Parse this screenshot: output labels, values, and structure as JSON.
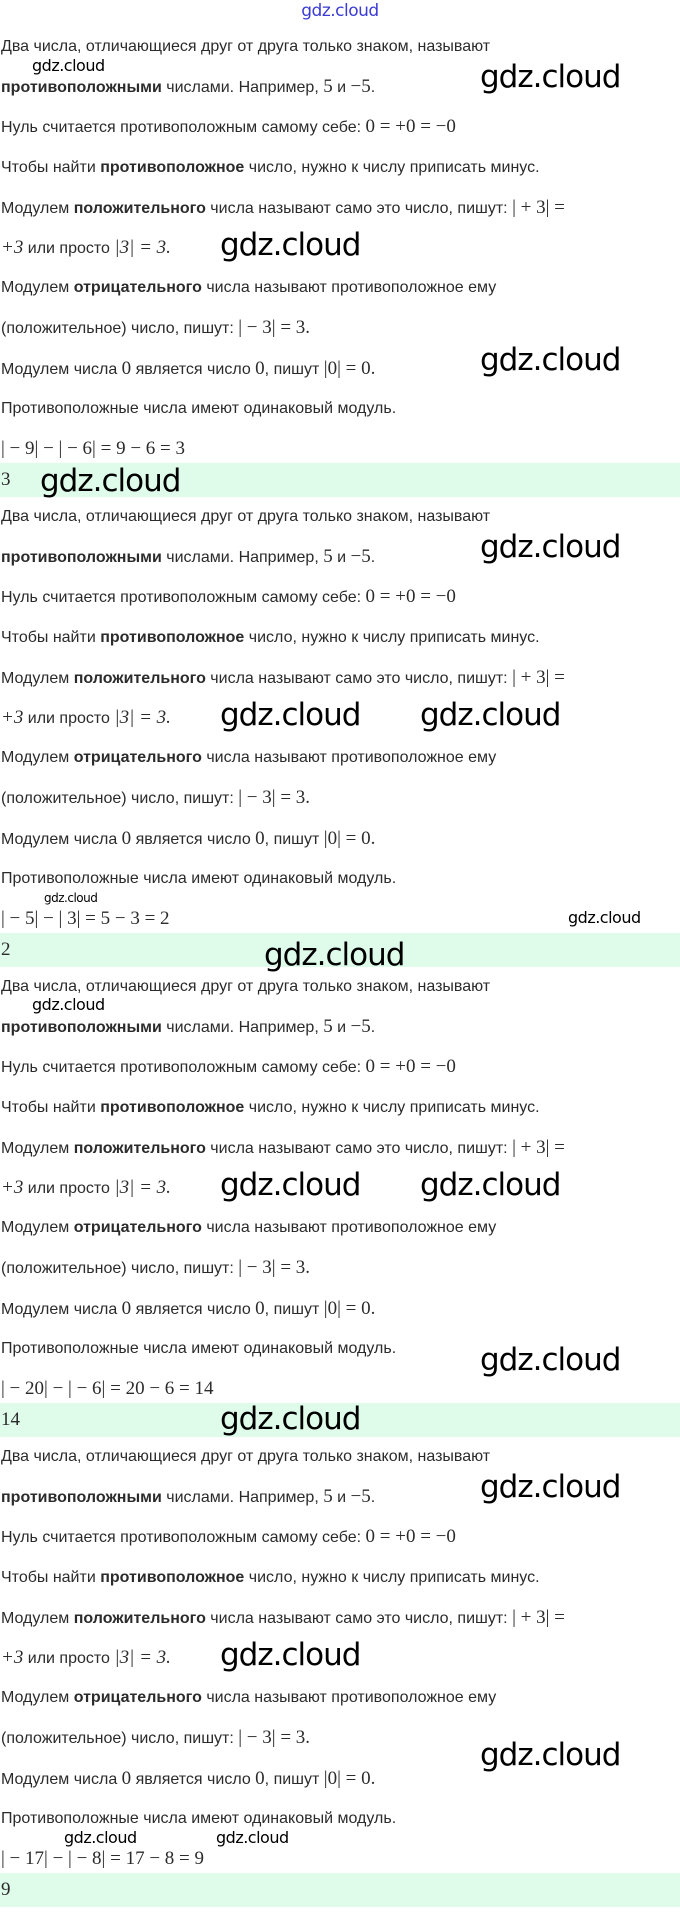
{
  "site_logo": "gdz.cloud",
  "watermark": "gdz.cloud",
  "theory": [
    [
      [
        "n",
        "Два числа, отличающиеся друг от друга только знаком, называют"
      ]
    ],
    [
      [
        "b",
        "противоположными"
      ],
      [
        "n",
        " числами. Например, "
      ],
      [
        "m",
        "5"
      ],
      [
        "n",
        " и "
      ],
      [
        "m",
        "−5"
      ],
      [
        "n",
        "."
      ]
    ],
    [
      [
        "n",
        "Нуль считается противоположным самому себе: "
      ],
      [
        "m",
        "0 = +0 = −0"
      ]
    ],
    [
      [
        "n",
        "Чтобы найти "
      ],
      [
        "b",
        "противоположное"
      ],
      [
        "n",
        " число, нужно к числу приписать минус."
      ]
    ],
    [
      [
        "n",
        "Модулем "
      ],
      [
        "b",
        "положительного"
      ],
      [
        "n",
        " числа называют само это число, пишут: "
      ],
      [
        "m",
        "| + 3| ="
      ]
    ],
    [
      [
        "mi",
        "+3"
      ],
      [
        "n",
        " или просто "
      ],
      [
        "mi",
        "|3| = 3."
      ]
    ],
    [
      [
        "n",
        "Модулем "
      ],
      [
        "b",
        "отрицательного"
      ],
      [
        "n",
        " числа называют противоположное ему"
      ]
    ],
    [
      [
        "n",
        "(положительное) число, пишут: "
      ],
      [
        "m",
        "| − 3| = 3."
      ]
    ],
    [
      [
        "n",
        "Модулем числа "
      ],
      [
        "m",
        "0"
      ],
      [
        "n",
        " является число "
      ],
      [
        "m",
        "0"
      ],
      [
        "n",
        ", пишут "
      ],
      [
        "m",
        "|0| = 0."
      ]
    ],
    [
      [
        "n",
        "Противоположные числа имеют одинаковый модуль."
      ]
    ]
  ],
  "blocks": [
    {
      "equation": "| − 9| − | − 6| = 9 − 6 = 3",
      "answer": "3"
    },
    {
      "equation": "| − 5| − | 3| = 5 − 3 = 2",
      "answer": "2"
    },
    {
      "equation": "| − 20| − | − 6| = 20 − 6 = 14",
      "answer": "14"
    },
    {
      "equation": "| − 17| − | − 8| = 17 − 8 = 9",
      "answer": "9"
    }
  ],
  "colors": {
    "answer_bg": "#dffbea",
    "logo": "#3b3bd6"
  }
}
